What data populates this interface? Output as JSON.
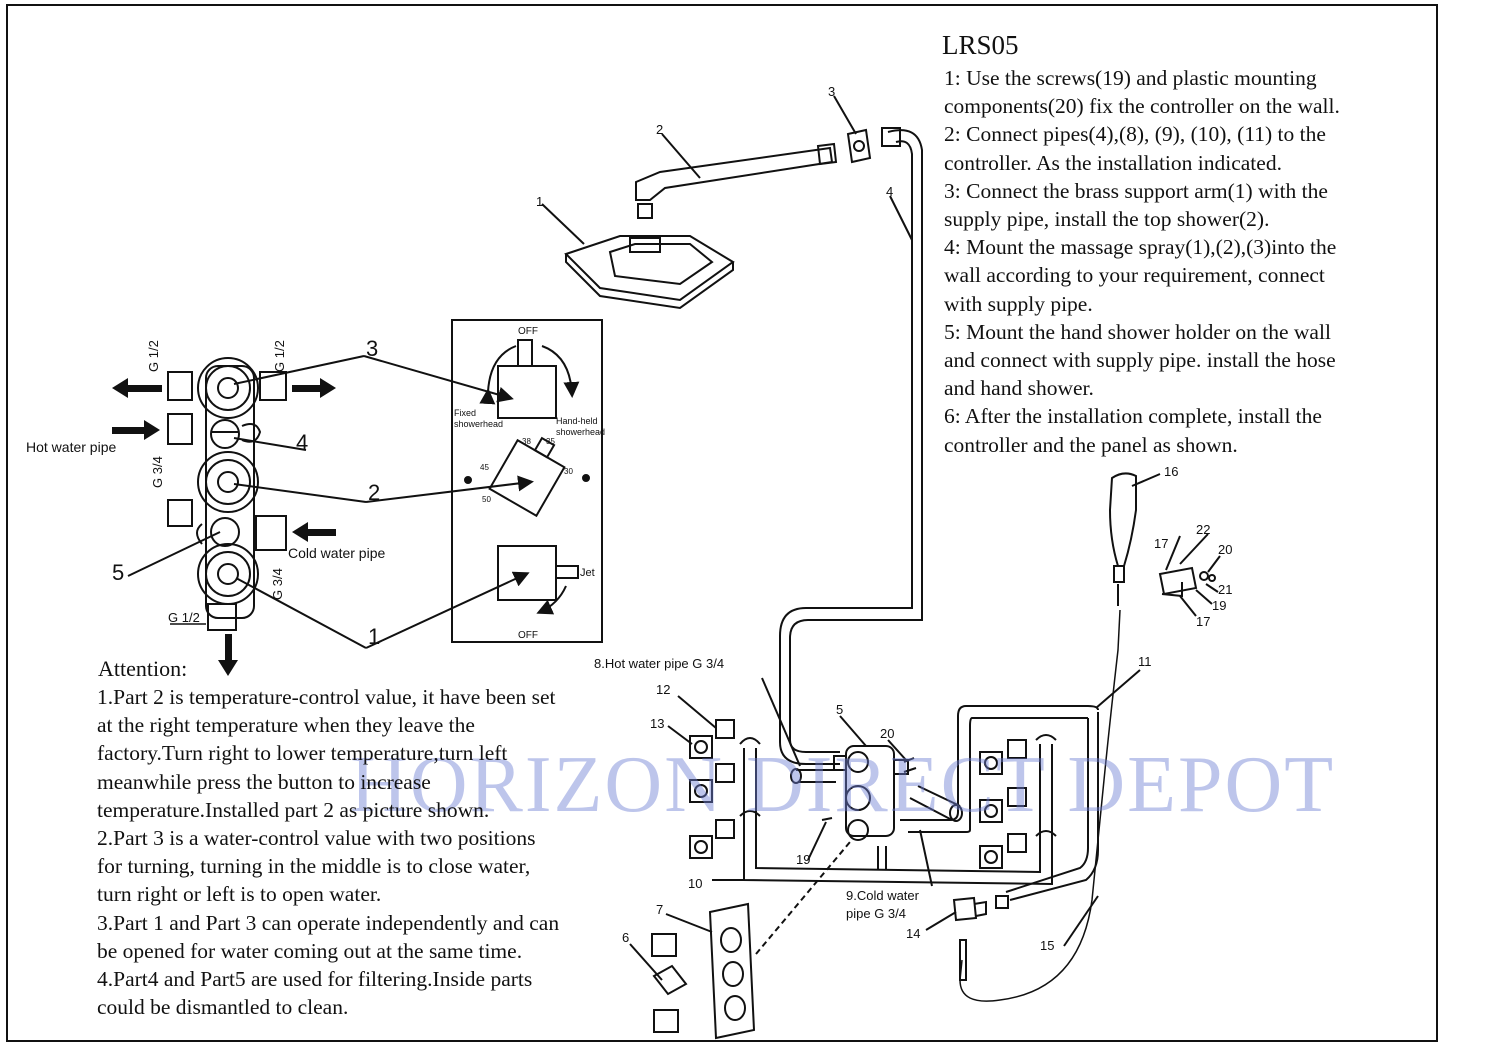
{
  "model": "LRS05",
  "steps": [
    "1: Use the screws(19) and plastic mounting",
    "components(20) fix the controller on the wall.",
    "2: Connect pipes(4),(8), (9), (10), (11) to the",
    "controller. As the installation indicated.",
    "3: Connect the brass support arm(1) with the",
    "supply pipe, install the top shower(2).",
    "4: Mount the massage spray(1),(2),(3)into the",
    "wall according to your requirement, connect",
    "with supply pipe.",
    "5: Mount the hand shower holder on the wall",
    "and connect with supply pipe. install the hose",
    "and hand shower.",
    "6: After  the installation complete, install the",
    "controller and the panel as shown."
  ],
  "attention": {
    "title": "Attention:",
    "lines": [
      "1.Part 2 is temperature-control value, it have been set",
      "at the right temperature when they leave the",
      "factory.Turn right to lower temperature,turn left",
      "meanwhile press the button to increase",
      "temperature.Installed part 2 as picture shown.",
      "2.Part 3 is a water-control value with two positions",
      "for turning, turning in the middle is to close water,",
      "turn right or left is to open water.",
      "3.Part 1 and Part 3 can operate independently and can",
      "be opened for water coming out at the same time.",
      "4.Part4 and Part5 are used for filtering.Inside parts",
      "could be dismantled to clean."
    ]
  },
  "valve_labels": {
    "g12_left": "G 1/2",
    "g12_right": "G 1/2",
    "g34_left": "G 3/4",
    "g34_right": "G 3/4",
    "g12_bottom": "G 1/2",
    "hot_water": "Hot water pipe",
    "cold_water": "Cold water pipe",
    "n3": "3",
    "n4": "4",
    "n2": "2",
    "n5": "5",
    "n1": "1"
  },
  "panel_labels": {
    "off_top": "OFF",
    "fixed1": "Fixed",
    "fixed2": "showerhead",
    "hand1": "Hand-held",
    "hand2": "showerhead",
    "t38": "38",
    "t35": "35",
    "t30": "30",
    "t45": "45",
    "t50": "50",
    "jet": "Jet",
    "off_bottom": "OFF"
  },
  "parts": {
    "p1": "1",
    "p2": "2",
    "p3": "3",
    "p4": "4",
    "p5": "5",
    "p6": "6",
    "p7": "7",
    "p10": "10",
    "p11": "11",
    "p12": "12",
    "p13": "13",
    "p14": "14",
    "p15": "15",
    "p16": "16",
    "p17a": "17",
    "p17b": "17",
    "p19a": "19",
    "p19b": "19",
    "p20a": "20",
    "p20b": "20",
    "p21": "21",
    "p22": "22",
    "hot_pipe": "8.Hot water pipe G 3/4",
    "cold_pipe1": "9.Cold water",
    "cold_pipe2": "pipe G 3/4"
  },
  "watermark": "HORIZON DIRECT DEPOT"
}
